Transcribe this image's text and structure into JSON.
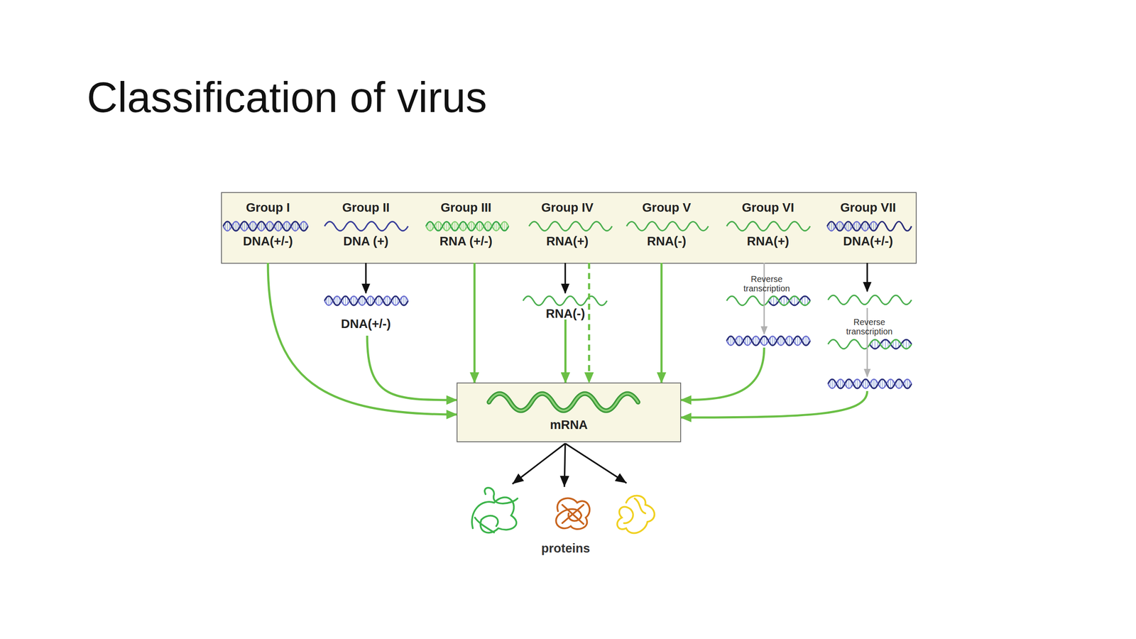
{
  "diagram": {
    "title": "Classification of virus",
    "nodes": [
      {
        "text": []
      },
      {
        "text": [
          "Group I",
          "DNA(+/-)"
        ],
        "in": 0
      },
      {
        "text": [
          "Group II",
          "DNA (+)"
        ],
        "in": 0
      },
      {
        "text": [
          "Group III",
          "RNA (+/-)"
        ],
        "in": 0
      },
      {
        "text": [
          "Group IV",
          "RNA(+)"
        ],
        "in": 0
      },
      {
        "text": [
          "Group V",
          "RNA(-)"
        ],
        "in": 0
      },
      {
        "text": [
          "Group VI",
          "RNA(+)"
        ],
        "in": 0
      },
      {
        "text": [
          "Group VII",
          "DNA(+/-)"
        ],
        "in": 0
      },
      {
        "text": [
          "DNA(+/-)"
        ]
      },
      {
        "text": [
          "RNA(-)"
        ]
      },
      {
        "text": [
          "mRNA"
        ]
      }
    ],
    "edges": [
      {
        "from": 1,
        "to": 10,
        "arrow": "to"
      },
      {
        "from": 2,
        "to": 8,
        "arrow": "to"
      },
      {
        "from": 8,
        "to": 10,
        "arrow": "to"
      },
      {
        "from": 3,
        "to": 10,
        "arrow": "to"
      },
      {
        "from": 4,
        "to": 9,
        "arrow": "to"
      },
      {
        "from": 9,
        "to": 10,
        "arrow": "to"
      },
      {
        "from": 4,
        "to": 10,
        "arrow": "to"
      },
      {
        "from": 5,
        "to": 10,
        "arrow": "to"
      },
      {
        "from": 6,
        "to": 10,
        "arrow": "to"
      },
      {
        "from": 7,
        "to": 10,
        "arrow": "to"
      }
    ],
    "labels": [
      "Reverse transcription",
      "Reverse transcription",
      "proteins"
    ]
  }
}
